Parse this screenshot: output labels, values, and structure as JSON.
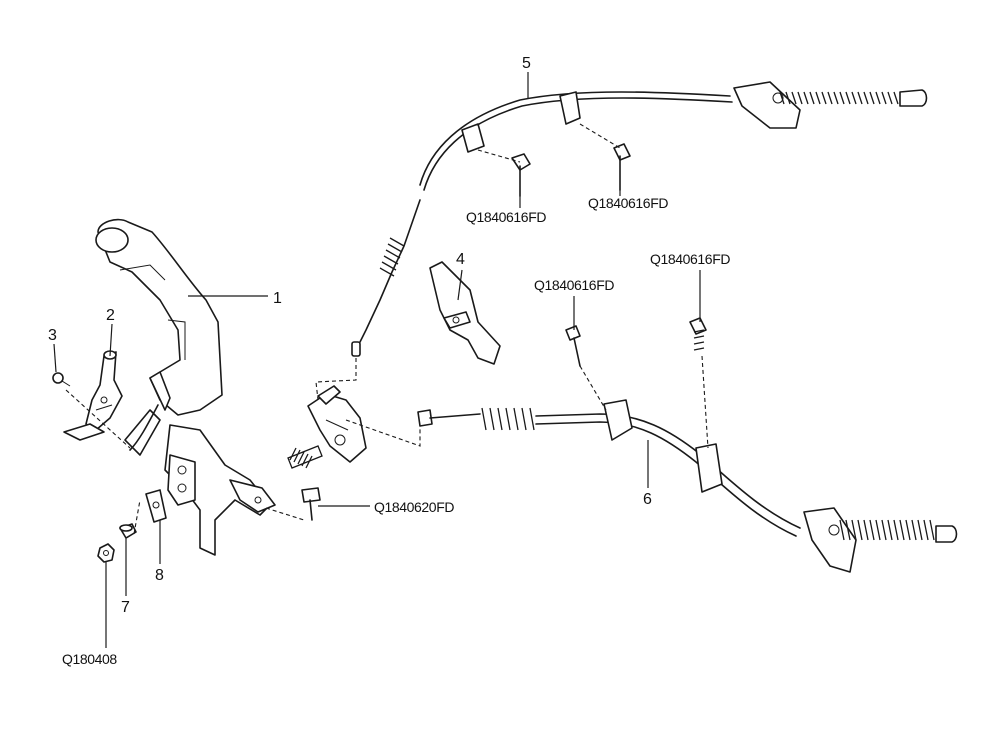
{
  "callouts": {
    "c1": "1",
    "c2": "2",
    "c3": "3",
    "c4": "4",
    "c5": "5",
    "c6": "6",
    "c7": "7",
    "c8": "8"
  },
  "part_codes": {
    "bolt_a": "Q1840616FD",
    "bolt_b": "Q1840616FD",
    "bolt_c": "Q1840616FD",
    "bolt_d": "Q1840616FD",
    "bolt_e": "Q1840620FD",
    "nut": "Q180408"
  }
}
